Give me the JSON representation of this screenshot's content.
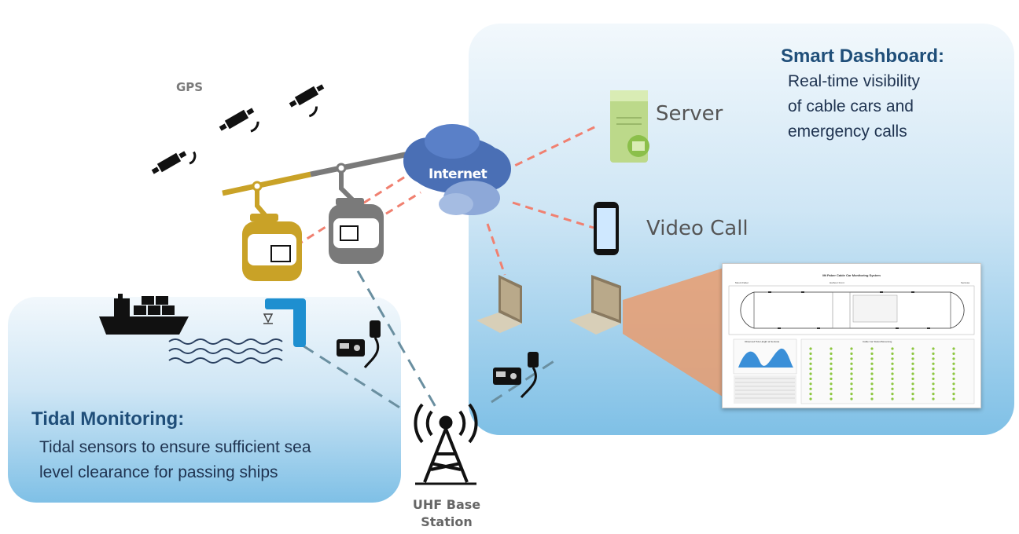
{
  "dashboard": {
    "title": "Smart Dashboard:",
    "lines": [
      "Real-time visibility",
      "of cable cars and",
      "emergency calls"
    ]
  },
  "tidal": {
    "title": "Tidal Monitoring:",
    "lines": [
      "Tidal sensors to ensure sufficient sea",
      "level clearance for passing ships"
    ]
  },
  "labels": {
    "gps": "GPS",
    "internet": "Internet",
    "server": "Server",
    "video_call": "Video Call",
    "uhf_line1": "UHF Base",
    "uhf_line2": "Station"
  },
  "screenshot": {
    "title": "Mt Faber Cable Car Monitoring System",
    "left_station": "Mount Faber",
    "mid_station": "Harbour Front",
    "right_station": "Sentosa",
    "chart_title": "Observed Tide Height at Sentosa",
    "grid_title": "Cable Car Status/Streaming"
  },
  "colors": {
    "panel_top": "#f2f8fc",
    "panel_bottom": "#7fc0e6",
    "title": "#1f4e79",
    "cable_gold": "#c9a227",
    "cable_grey": "#7a7a7a",
    "link_dash": "#f08070",
    "radio_dash": "#6a8fa0"
  }
}
